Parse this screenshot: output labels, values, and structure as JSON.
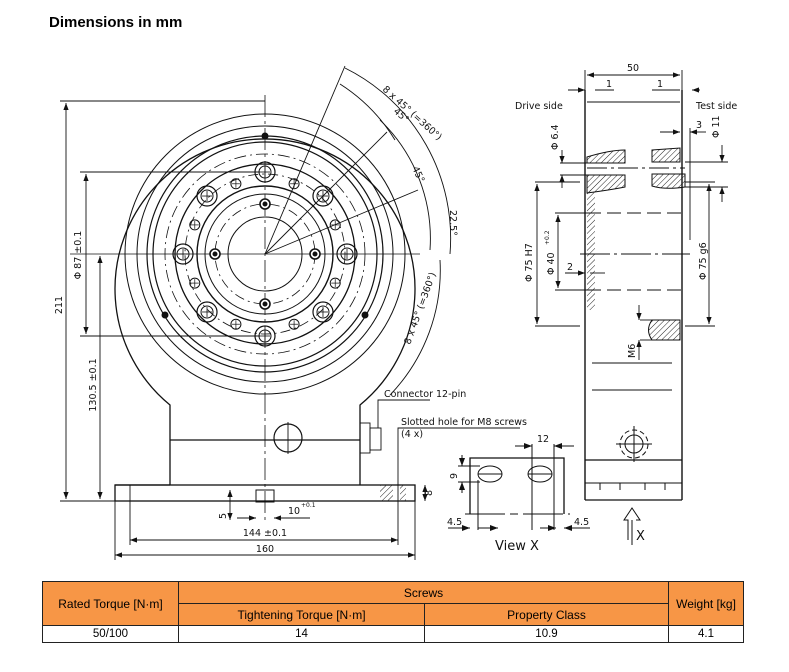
{
  "title": "Dimensions in mm",
  "drawing": {
    "front_view": {
      "dim_height_total": "211",
      "dim_diameter_87": "Φ 87 ±0.1",
      "dim_center_height": "130.5 ±0.1",
      "dim_hole_spacing": "144 ±0.1",
      "dim_base_width": "160",
      "dim_slot_depth": "5",
      "dim_slot_width": "10",
      "dim_slot_tol": "+0.1",
      "angle_outer_1": "8 x 45° (=360°)",
      "angle_outer_2": "8 x 45° (=360°)",
      "angle_45_a": "45°",
      "angle_45_b": "45°",
      "angle_22_5": "22.5°",
      "note_connector": "Connector 12-pin",
      "note_slotted": "Slotted hole for M8 screws",
      "note_slotted_count": "(4 x)",
      "dim_base_thickness": "8"
    },
    "side_view": {
      "dim_width": "50",
      "dim_left_1": "1",
      "dim_right_1": "1",
      "label_drive": "Drive side",
      "label_test": "Test side",
      "dim_3": "3",
      "dim_d11": "Φ 11",
      "dim_d6_4": "Φ 6.4",
      "dim_d75H7": "Φ 75 H7",
      "dim_d40": "Φ 40",
      "dim_d40_tol": "+0.2",
      "dim_2": "2",
      "dim_d75g6": "Φ 75 g6",
      "thread_m6": "M6"
    },
    "view_x": {
      "dim_12": "12",
      "dim_9": "9",
      "dim_45_left": "4.5",
      "dim_45_right": "4.5",
      "label": "View X",
      "arrow_label": "X"
    }
  },
  "table": {
    "headers": {
      "rated_torque": "Rated Torque [N·m]",
      "screws": "Screws",
      "tightening": "Tightening Torque [N·m]",
      "property": "Property Class",
      "weight": "Weight [kg]"
    },
    "rows": [
      {
        "rated_torque": "50/100",
        "tightening": "14",
        "property": "10.9",
        "weight": "4.1"
      }
    ],
    "header_color": "#F79646"
  }
}
